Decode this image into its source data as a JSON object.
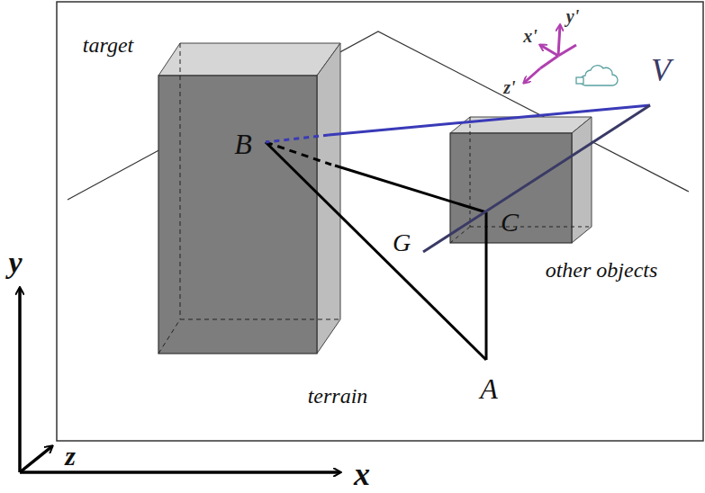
{
  "diagram": {
    "labels": [
      "target",
      "B",
      "C",
      "G",
      "A",
      "V",
      "x'",
      "y'",
      "z'",
      "other objects",
      "terrain",
      "x",
      "y",
      "z"
    ]
  }
}
